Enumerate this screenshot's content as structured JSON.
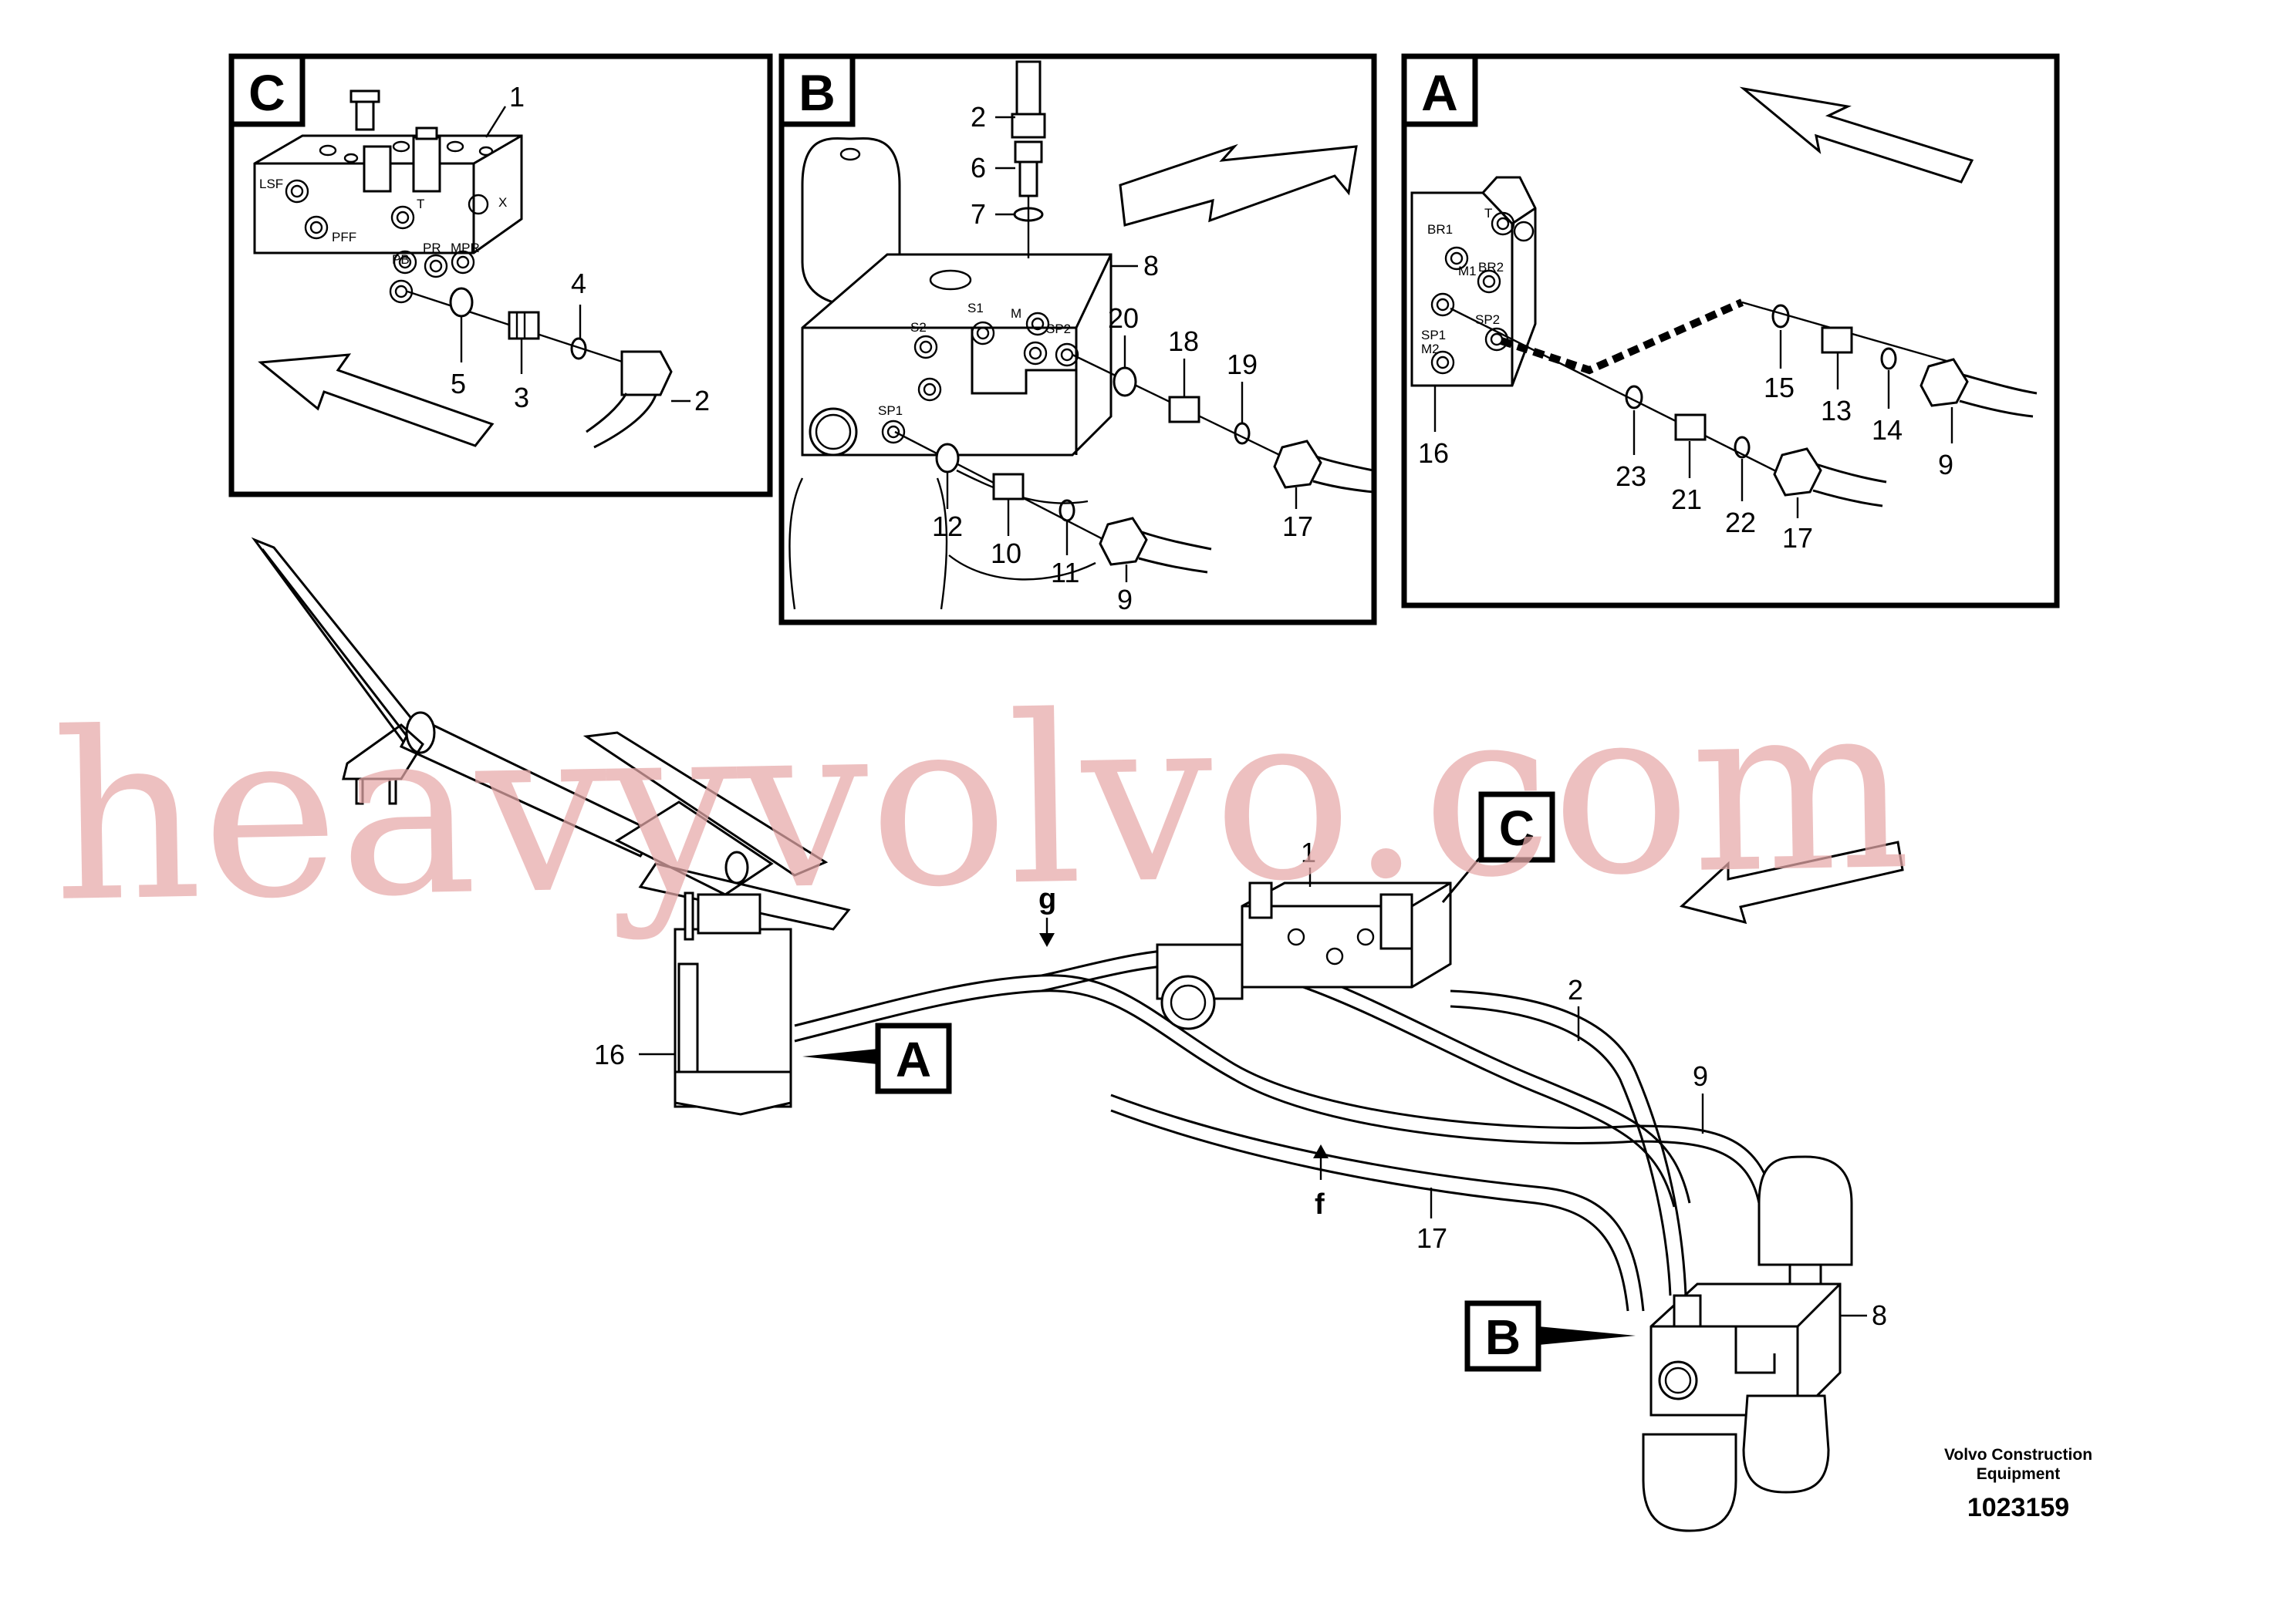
{
  "panels": {
    "c": {
      "letter": "C",
      "ports": [
        "LSF",
        "PFF",
        "PB",
        "PR",
        "MPR",
        "T",
        "X"
      ],
      "callouts": [
        "1",
        "2",
        "3",
        "4",
        "5"
      ]
    },
    "b": {
      "letter": "B",
      "ports": [
        "M",
        "S1",
        "S2",
        "SP1",
        "SP2"
      ],
      "callouts": [
        "2",
        "6",
        "7",
        "8",
        "9",
        "10",
        "11",
        "12",
        "17",
        "18",
        "19",
        "20"
      ]
    },
    "a": {
      "letter": "A",
      "ports": [
        "BR1",
        "T",
        "M1",
        "BR2",
        "SP1",
        "M2",
        "SP2"
      ],
      "callouts": [
        "9",
        "13",
        "14",
        "15",
        "16",
        "17",
        "21",
        "22",
        "23"
      ]
    }
  },
  "main": {
    "refs": [
      "C",
      "A",
      "B"
    ],
    "callouts": [
      "1",
      "2",
      "9",
      "16",
      "17",
      "8"
    ],
    "points": [
      "g",
      "f"
    ]
  },
  "watermark": "heavyvolvo.com",
  "footer": {
    "company": "Volvo Construction",
    "company2": "Equipment",
    "number": "1023159"
  }
}
